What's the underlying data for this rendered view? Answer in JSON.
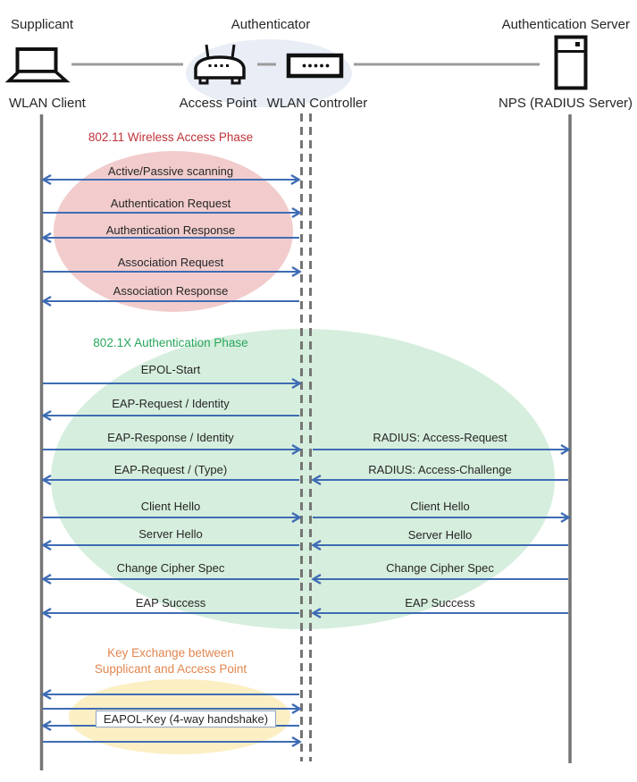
{
  "header": {
    "roles": [
      {
        "label": "Supplicant"
      },
      {
        "label": "Authenticator"
      },
      {
        "label": "Authentication Server"
      }
    ],
    "devices": [
      {
        "label": "WLAN Client",
        "icon": "laptop-icon"
      },
      {
        "label": "Access Point",
        "icon": "access-point-icon"
      },
      {
        "label": "WLAN Controller",
        "icon": "wlan-controller-icon"
      },
      {
        "label": "NPS (RADIUS Server)",
        "icon": "server-icon"
      }
    ]
  },
  "phases": [
    {
      "title": "802.11 Wireless Access Phase"
    },
    {
      "title": "802.1X Authentication Phase"
    },
    {
      "title_line1": "Key Exchange between",
      "title_line2": "Supplicant and Access Point"
    }
  ],
  "messages_left": [
    {
      "label": "Active/Passive scanning",
      "direction": "both"
    },
    {
      "label": "Authentication Request",
      "direction": "right"
    },
    {
      "label": "Authentication Response",
      "direction": "left"
    },
    {
      "label": "Association Request",
      "direction": "right"
    },
    {
      "label": "Association Response",
      "direction": "left"
    },
    {
      "label": "EPOL-Start",
      "direction": "right"
    },
    {
      "label": "EAP-Request / Identity",
      "direction": "left"
    },
    {
      "label": "EAP-Response / Identity",
      "direction": "right"
    },
    {
      "label": "EAP-Request / (Type)",
      "direction": "left"
    },
    {
      "label": "Client Hello",
      "direction": "right"
    },
    {
      "label": "Server Hello",
      "direction": "left"
    },
    {
      "label": "Change Cipher Spec",
      "direction": "left"
    },
    {
      "label": "EAP Success",
      "direction": "left"
    },
    {
      "label": "EAPOL-Key (4-way handshake)",
      "direction": "left,right,left,right"
    }
  ],
  "messages_right": [
    {
      "label": "RADIUS: Access-Request",
      "direction": "right"
    },
    {
      "label": "RADIUS: Access-Challenge",
      "direction": "left"
    },
    {
      "label": "Client Hello",
      "direction": "right"
    },
    {
      "label": "Server Hello",
      "direction": "left"
    },
    {
      "label": "Change Cipher Spec",
      "direction": "left"
    },
    {
      "label": "EAP Success",
      "direction": "left"
    }
  ],
  "colors": {
    "arrow": "#3e6cb4",
    "lifeline": "#757575",
    "connector": "#9c9c9c",
    "text": "#262626",
    "red-title": "#be3238",
    "green-title": "#27a75c",
    "orange-title": "#e2864f",
    "pink-ellipse": "#f2cccc",
    "green-ellipse": "#d6eedd",
    "orange-ellipse": "#fcefc4",
    "blue-ellipse": "#e9edf6"
  }
}
